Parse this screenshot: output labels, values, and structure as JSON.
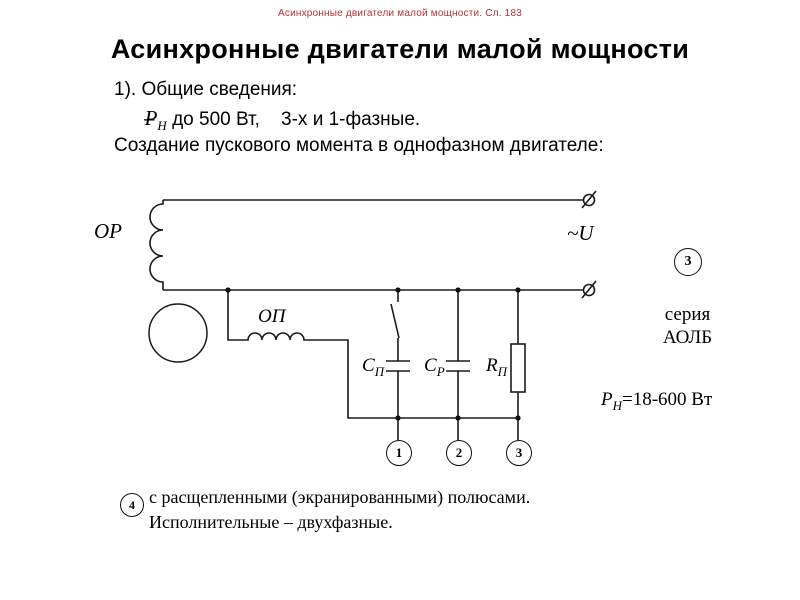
{
  "colors": {
    "header_text": "#b23333"
  },
  "header": {
    "text": "Асинхронные двигатели малой мощности. Сл. 183"
  },
  "title": "Асинхронные двигатели малой мощности",
  "body": {
    "general_info": "1). Общие сведения:",
    "power_dash": "–",
    "power_symbol": "Р",
    "power_symbol_sub": "Н",
    "power_text": " до 500 Вт,    3-х и 1-фазные.",
    "starting_torque": "Создание пускового момента в однофазном двигателе:"
  },
  "diagram": {
    "main_winding_label": "ОР",
    "aux_winding_label": "ОП",
    "voltage_label": "~U",
    "cap_start": "С",
    "cap_start_sub": "П",
    "cap_run": "С",
    "cap_run_sub": "Р",
    "resistor": "R",
    "resistor_sub": "П",
    "node1": "1",
    "node2": "2",
    "node3": "3",
    "variant_badge": "3",
    "series_line1": "серия",
    "series_line2": "АОЛБ",
    "power_symbol": "Р",
    "power_symbol_sub": "Н",
    "power_value": "=18-600 Вт"
  },
  "footer": {
    "badge": "4",
    "line1": "с расщепленными (экранированными) полюсами.",
    "line2": "Исполнительные – двухфазные."
  }
}
